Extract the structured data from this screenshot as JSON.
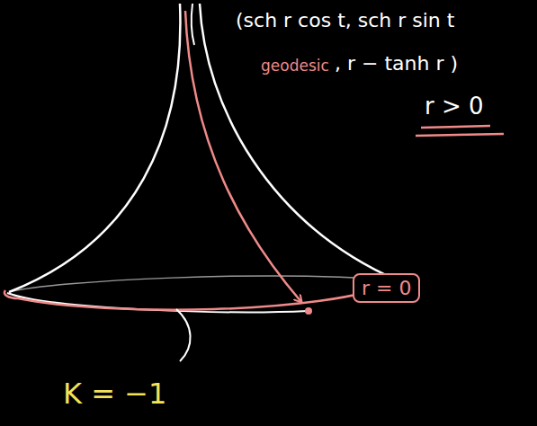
{
  "diagram": {
    "labels": [
      "(sch r cos t, sch r sin t",
      "geodesic",
      ", r − tanh r )",
      "r > 0",
      "r = 0",
      "K = −1"
    ]
  }
}
